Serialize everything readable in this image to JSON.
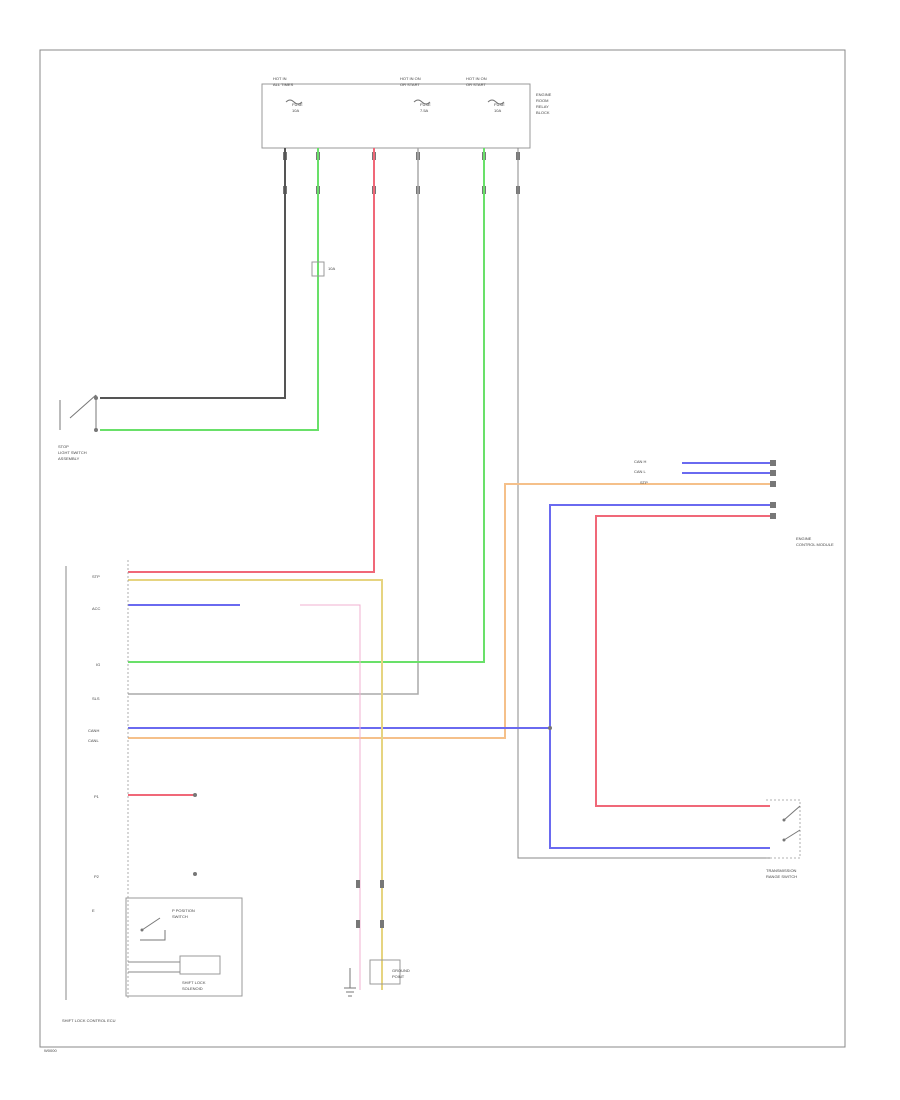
{
  "diagram": {
    "footer_label": "W0000",
    "labels": {
      "fuse_block_top": [
        "HOT IN",
        "ALL TIMES",
        "FUSE",
        "10A"
      ],
      "fuse_mid": [
        "HOT IN ON",
        "OR START",
        "FUSE",
        "7.5A"
      ],
      "fuse_right": [
        "HOT IN ON",
        "OR START",
        "FUSE",
        "10A"
      ],
      "fuse_box_name": [
        "ENGINE",
        "ROOM",
        "RELAY",
        "BLOCK"
      ],
      "stop_switch": [
        "STOP",
        "LIGHT SWITCH",
        "ASSEMBLY"
      ],
      "ecm_pins": [
        "CAN H",
        "CAN L",
        "STP"
      ],
      "ecm_name": [
        "ENGINE",
        "CONTROL MODULE"
      ],
      "shift_lock_ecu": [
        "SHIFT LOCK CONTROL ECU"
      ],
      "shift_lock_solenoid": [
        "SHIFT LOCK",
        "SOLENOID"
      ],
      "park_switch": [
        "P POSITION",
        "SWITCH"
      ],
      "trans_switch": [
        "TRANSMISSION",
        "RANGE SWITCH"
      ],
      "ground_point": [
        "GROUND",
        "POINT"
      ],
      "ecu_pins": [
        "STP",
        "ACC",
        "IG",
        "SLS",
        "CANH",
        "CANL",
        "P1",
        "P2",
        "E"
      ]
    }
  }
}
